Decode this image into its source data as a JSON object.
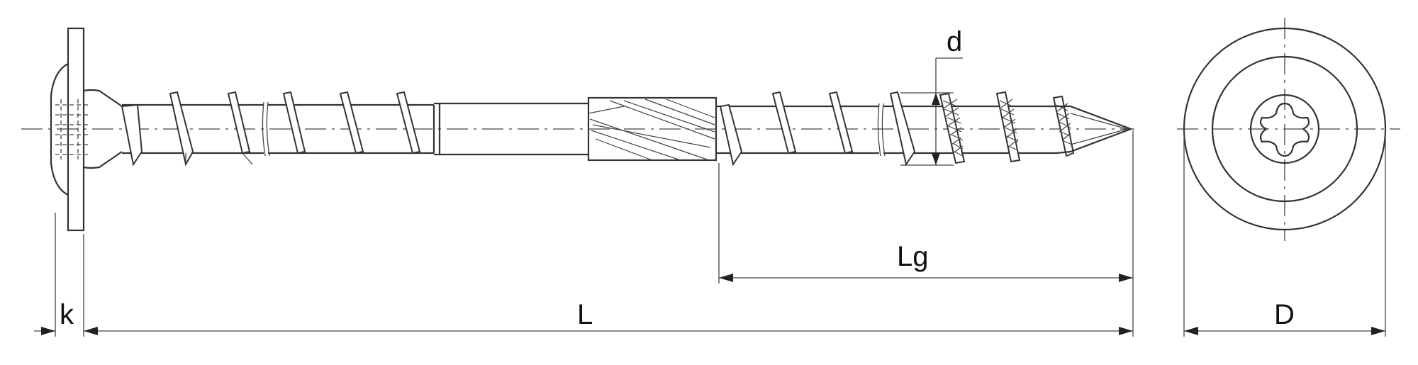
{
  "diagram": {
    "labels": {
      "k": "k",
      "L": "L",
      "Lg": "Lg",
      "d": "d",
      "D": "D"
    }
  }
}
